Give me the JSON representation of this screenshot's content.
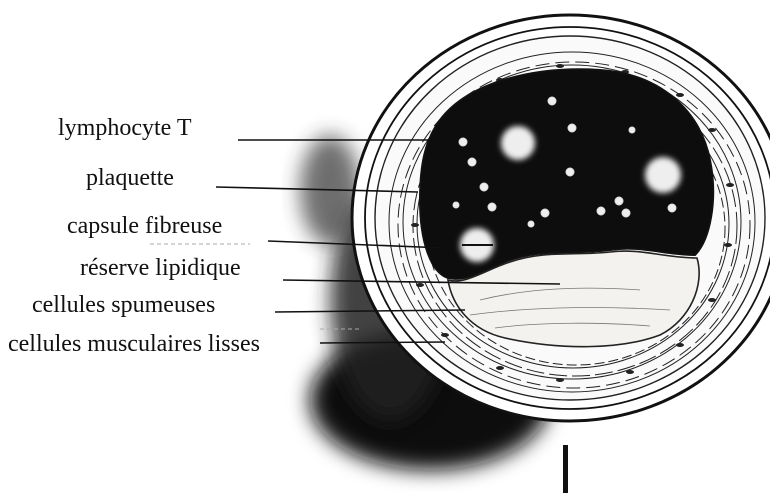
{
  "labels": {
    "lymphocyte": "lymphocyte T",
    "plaquette": "plaquette",
    "capsule": "capsule fibreuse",
    "reserve": "réserve lipidique",
    "spumeuses": "cellules spumeuses",
    "musculaires": "cellules musculaires lisses"
  },
  "colors": {
    "ink": "#111111",
    "lumen": "#0d0d0d",
    "plaque": "#f4f2ee",
    "wall": "#ffffff",
    "shadow": "#121212"
  }
}
